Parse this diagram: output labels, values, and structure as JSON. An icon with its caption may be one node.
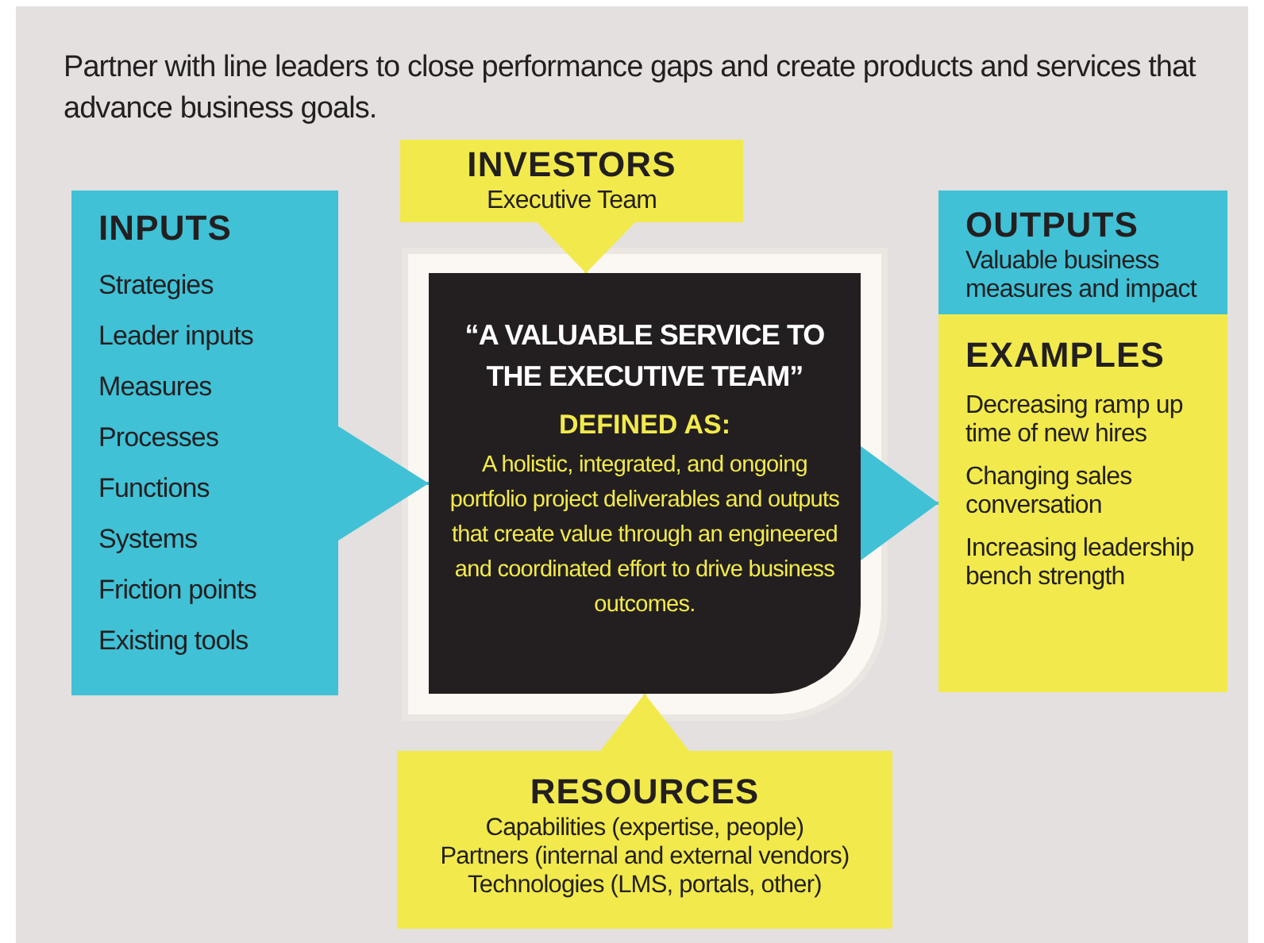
{
  "diagram": {
    "nodes": [
      {
        "text": [
          "INPUTS",
          "Strategies",
          "Leader inputs",
          "Measures",
          "Processes",
          "Functions",
          "Systems",
          "Friction points",
          "Existing tools"
        ]
      },
      {
        "text": [
          "INVESTORS",
          "Executive Team"
        ]
      },
      {
        "text": [
          "“A VALUABLE SERVICE TO THE EXECUTIVE TEAM”",
          "DEFINED AS:",
          "A holistic, integrated, and ongoing portfolio project deliverables and outputs that create value through an engineered and coordinated effort to drive business outcomes."
        ]
      },
      {
        "text": [
          "OUTPUTS",
          "Valuable business measures and impact"
        ]
      },
      {
        "text": [
          "EXAMPLES",
          "Decreasing ramp up time of new hires",
          "Changing sales conversation",
          "Increasing leadership bench strength"
        ]
      },
      {
        "text": [
          "RESOURCES",
          "Capabilities (expertise, people)",
          "Partners (internal and external vendors)",
          "Technologies (LMS, portals, other)"
        ]
      }
    ],
    "edges": [
      {
        "from": 0,
        "to": 2,
        "arrow": "to",
        "color": "#40c1d6"
      },
      {
        "from": 1,
        "to": 2,
        "arrow": "to",
        "color": "#f2ea4c"
      },
      {
        "from": 5,
        "to": 2,
        "arrow": "to",
        "color": "#f2ea4c"
      },
      {
        "from": 2,
        "to": 4,
        "arrow": "to",
        "color": "#40c1d6"
      }
    ],
    "labels": [
      "Partner with line leaders to close performance gaps and create products and services that advance business goals."
    ]
  }
}
